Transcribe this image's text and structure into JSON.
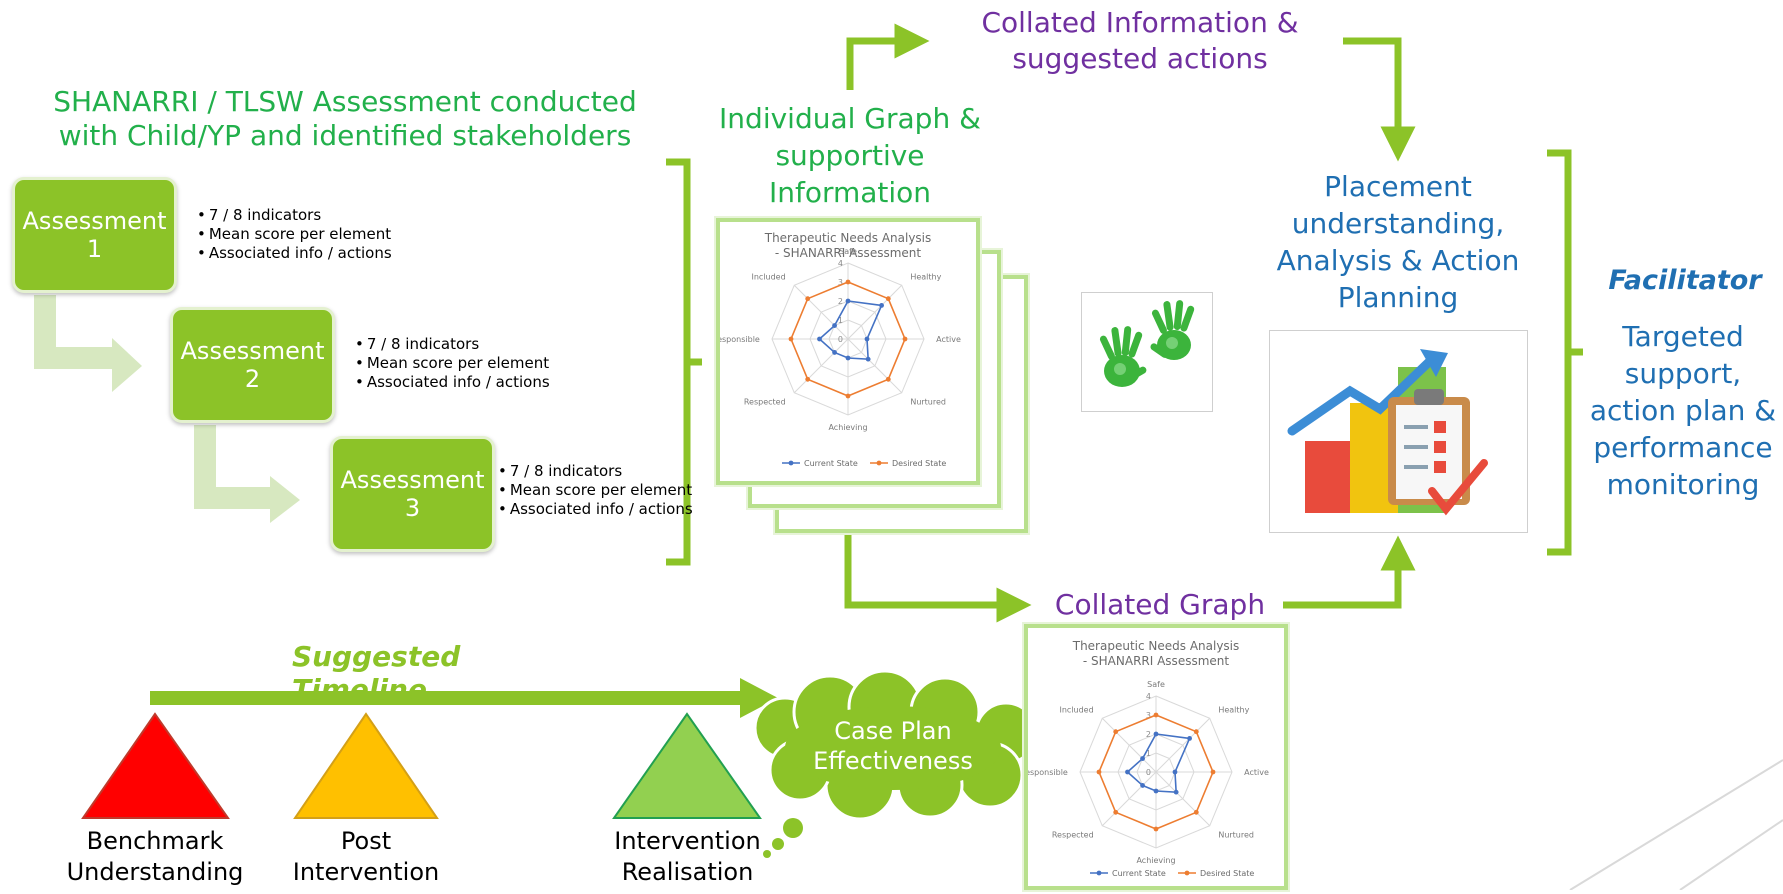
{
  "assessment_header": "SHANARRI / TLSW Assessment conducted with Child/YP and identified stakeholders",
  "assessments": [
    {
      "label": "Assessment 1",
      "bullets": [
        "7 / 8 indicators",
        "Mean score per element",
        "Associated info / actions"
      ]
    },
    {
      "label": "Assessment 2",
      "bullets": [
        "7 / 8 indicators",
        "Mean score per element",
        "Associated info / actions"
      ]
    },
    {
      "label": "Assessment 3",
      "bullets": [
        "7 / 8 indicators",
        "Mean score per element",
        "Associated info / actions"
      ]
    }
  ],
  "individual_graph_label": "Individual Graph & supportive Information",
  "collated_info_label": "Collated Information & suggested actions",
  "collated_graph_label": "Collated Graph",
  "placement_label": "Placement understanding, Analysis & Action Planning",
  "facilitator_title": "Facilitator",
  "facilitator_text": "Targeted support, action plan & performance monitoring",
  "timeline": {
    "title": "Suggested Timeline",
    "stages": [
      {
        "label": "Benchmark Understanding",
        "color": "#ff0000"
      },
      {
        "label": "Post Intervention",
        "color": "#ffc000"
      },
      {
        "label": "Intervention Realisation",
        "color": "#92d050"
      }
    ],
    "cloud_label": "Case Plan Effectiveness"
  },
  "colors": {
    "arrow_green": "#8cc328",
    "light_arrow": "#d7e8c0",
    "title_green": "#22b04b",
    "purple": "#7030a0",
    "blue": "#1f6fb2",
    "current_state": "#4472c4",
    "desired_state": "#ed7d31"
  },
  "chart_data": [
    {
      "type": "radar",
      "title": "Therapeutic Needs Analysis - SHANARRI Assessment",
      "categories": [
        "Safe",
        "Healthy",
        "Active",
        "Nurtured",
        "Achieving",
        "Respected",
        "Responsible",
        "Included"
      ],
      "ylim": [
        0,
        4
      ],
      "ticks": [
        "4",
        "3",
        "2",
        "1",
        "0"
      ],
      "series": [
        {
          "name": "Current State",
          "values": [
            2,
            2.5,
            1,
            1.5,
            1,
            1,
            1.5,
            1
          ]
        },
        {
          "name": "Desired State",
          "values": [
            3,
            3,
            3,
            3,
            3,
            3,
            3,
            3
          ]
        }
      ]
    },
    {
      "type": "radar",
      "title": "Therapeutic Needs Analysis - SHANARRI Assessment",
      "categories": [
        "Safe",
        "Healthy",
        "Active",
        "Nurtured",
        "Achieving",
        "Respected",
        "Responsible",
        "Included"
      ],
      "ylim": [
        0,
        4
      ],
      "ticks": [
        "4",
        "3",
        "2",
        "1",
        "0"
      ],
      "series": [
        {
          "name": "Current State",
          "values": [
            2,
            2.5,
            1,
            1.5,
            1,
            1,
            1.5,
            1
          ]
        },
        {
          "name": "Desired State",
          "values": [
            3,
            3,
            3,
            3,
            3,
            3,
            3,
            3
          ]
        }
      ]
    }
  ]
}
